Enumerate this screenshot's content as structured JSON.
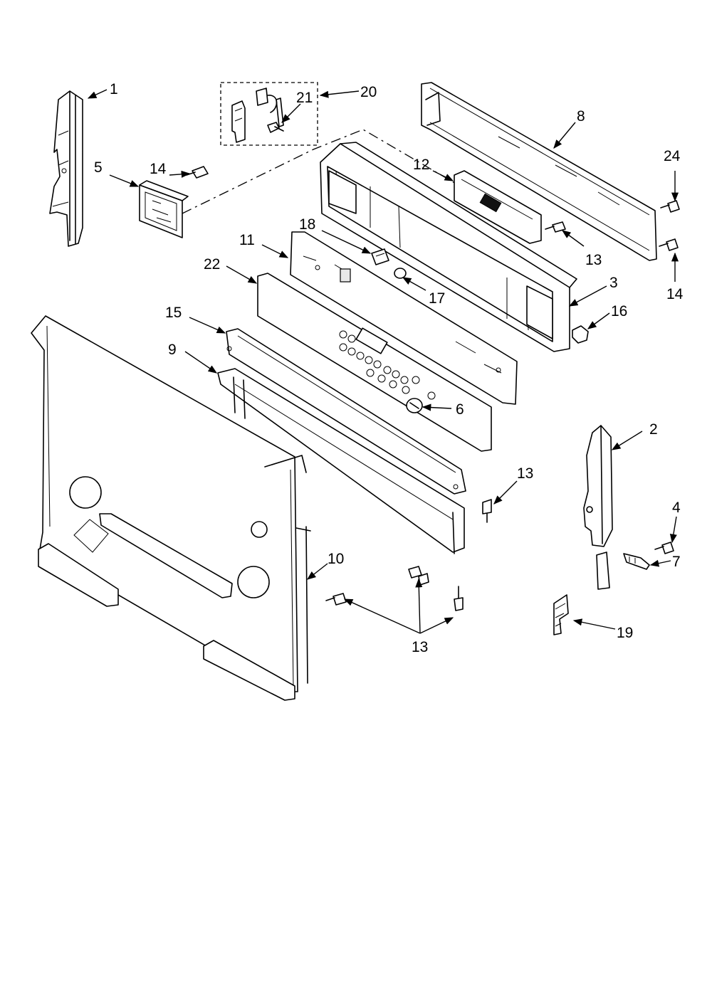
{
  "diagram": {
    "callouts": [
      {
        "id": "c1",
        "text": "1"
      },
      {
        "id": "c2",
        "text": "2"
      },
      {
        "id": "c3",
        "text": "3"
      },
      {
        "id": "c4",
        "text": "4"
      },
      {
        "id": "c5",
        "text": "5"
      },
      {
        "id": "c6",
        "text": "6"
      },
      {
        "id": "c7",
        "text": "7"
      },
      {
        "id": "c8",
        "text": "8"
      },
      {
        "id": "c9",
        "text": "9"
      },
      {
        "id": "c10",
        "text": "10"
      },
      {
        "id": "c11",
        "text": "11"
      },
      {
        "id": "c12",
        "text": "12"
      },
      {
        "id": "c13a",
        "text": "13"
      },
      {
        "id": "c13b",
        "text": "13"
      },
      {
        "id": "c13c",
        "text": "13"
      },
      {
        "id": "c14a",
        "text": "14"
      },
      {
        "id": "c14b",
        "text": "14"
      },
      {
        "id": "c15",
        "text": "15"
      },
      {
        "id": "c16",
        "text": "16"
      },
      {
        "id": "c17",
        "text": "17"
      },
      {
        "id": "c18",
        "text": "18"
      },
      {
        "id": "c19",
        "text": "19"
      },
      {
        "id": "c20",
        "text": "20"
      },
      {
        "id": "c21",
        "text": "21"
      },
      {
        "id": "c22",
        "text": "22"
      },
      {
        "id": "c24",
        "text": "24"
      }
    ]
  }
}
